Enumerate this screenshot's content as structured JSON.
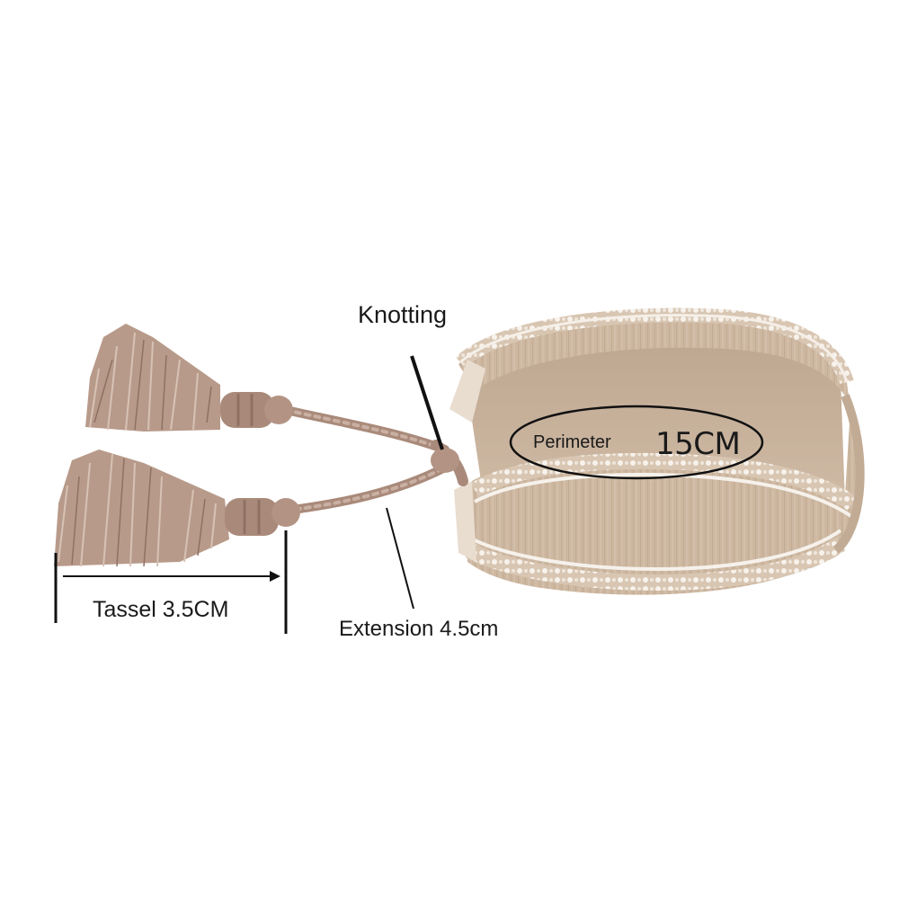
{
  "labels": {
    "knotting": "Knotting",
    "perimeter": "Perimeter",
    "perimeter_value": "15CM",
    "tassel": "Tassel 3.5CM",
    "extension": "Extension 4.5cm"
  },
  "colors": {
    "band_tan": "#cdb7a0",
    "band_white_stripe": "#f3ede6",
    "tassel_pink_beige": "#b89a8a",
    "cord": "#a98a7a",
    "line": "#111111"
  }
}
